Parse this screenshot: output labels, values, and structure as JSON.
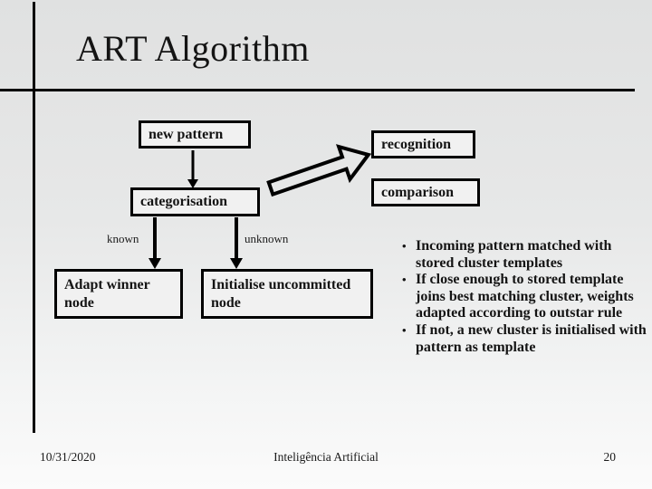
{
  "title": "ART Algorithm",
  "diagram": {
    "boxes": {
      "new_pattern": "new pattern",
      "recognition": "recognition",
      "categorisation": "categorisation",
      "comparison": "comparison",
      "adapt_winner": "Adapt winner node",
      "initialise_uncommitted": "Initialise uncommitted node"
    },
    "edge_labels": {
      "known": "known",
      "unknown": "unknown"
    },
    "flow": [
      {
        "from": "new pattern",
        "to": "categorisation",
        "type": "arrow-down"
      },
      {
        "from": "categorisation",
        "to": "Adapt winner node",
        "label": "known",
        "type": "arrow-down"
      },
      {
        "from": "categorisation",
        "to": "Initialise uncommitted node",
        "label": "unknown",
        "type": "arrow-down"
      },
      {
        "from": "categorisation",
        "to": "recognition",
        "type": "block-arrow-up-right"
      }
    ]
  },
  "bullets": [
    "Incoming pattern matched with stored cluster templates",
    "If close enough to stored template joins best matching cluster, weights  adapted according to outstar rule",
    "If not, a new cluster is initialised with pattern as template"
  ],
  "footer": {
    "date": "10/31/2020",
    "center": "Inteligência Artificial",
    "page_number": "20"
  },
  "colors": {
    "background_top": "#e0e1e1",
    "background_bottom": "#fbfbfb",
    "accent_line": "#000000",
    "box_border": "#000000",
    "box_fill": "#f1f1f1",
    "text": "#141414"
  }
}
